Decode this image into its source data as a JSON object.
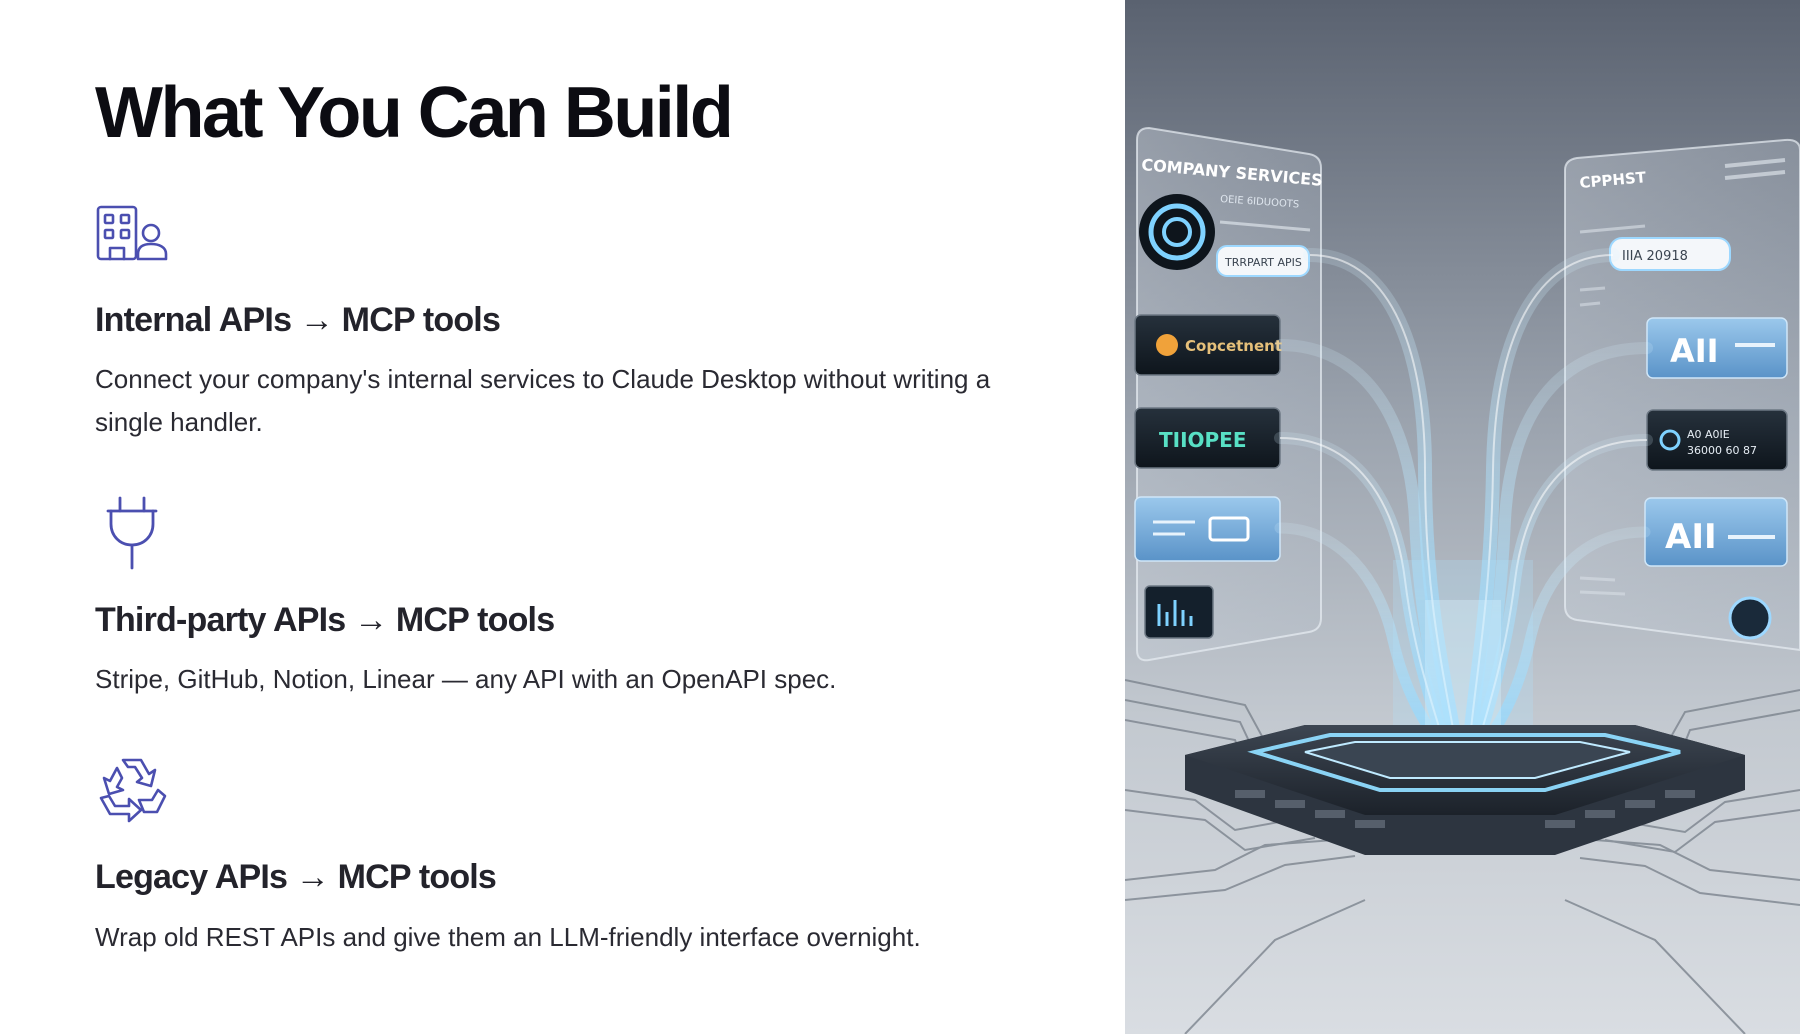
{
  "title": "What You Can Build",
  "accent_color": "#4b4fb0",
  "features": [
    {
      "icon": "building-user-icon",
      "heading": "Internal APIs → MCP tools",
      "description": "Connect your company's internal services to Claude Desktop without writing a single handler."
    },
    {
      "icon": "plug-icon",
      "heading": "Third-party APIs → MCP tools",
      "description": "Stripe, GitHub, Notion, Linear — any API with an OpenAPI spec."
    },
    {
      "icon": "recycle-icon",
      "heading": "Legacy APIs → MCP tools",
      "description": "Wrap old REST APIs and give them an LLM-friendly interface overnight."
    }
  ],
  "illustration": {
    "left_panel_title": "COMPANY SERVICES",
    "left_panel_subtitle": "OEIE 6IDUOOTS",
    "left_chip_label": "TRRPART APIS",
    "left_card_1": "Copcetnent",
    "left_card_2": "TIIOPEE",
    "right_panel_title": "CPPHST",
    "right_chip_label": "IIIA 20918",
    "right_card_1": "AII",
    "right_card_2_line1": "A0 A0IE",
    "right_card_2_line2": "36000 60 87",
    "right_card_3": "AII"
  }
}
